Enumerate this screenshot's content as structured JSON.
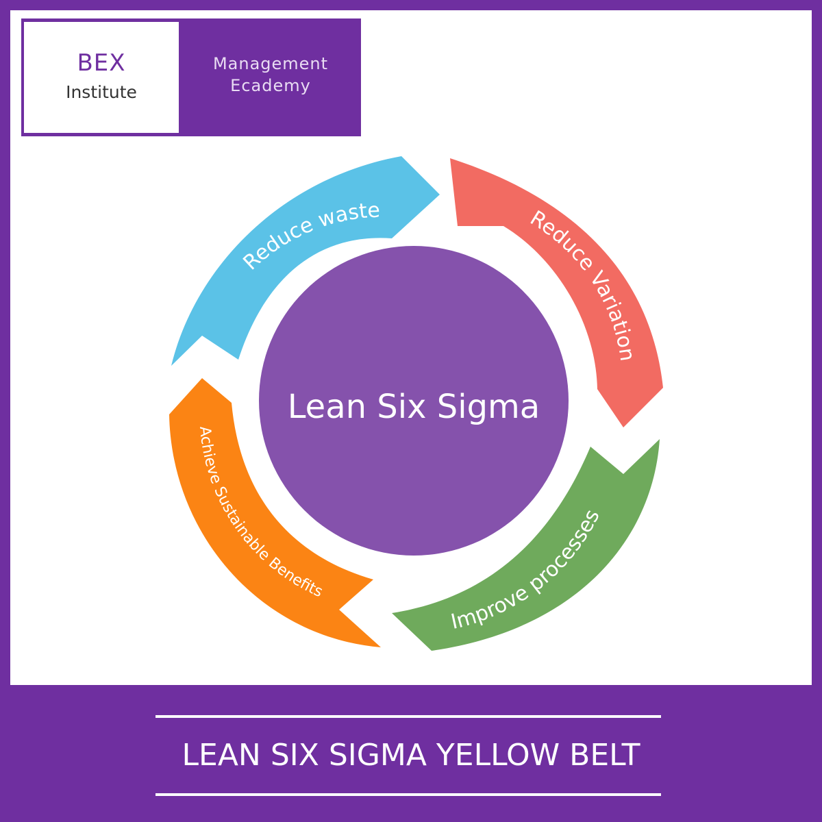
{
  "logo": {
    "name_line1": "BEX",
    "name_line2": "Institute",
    "tagline_line1": "Management",
    "tagline_line2": "Ecademy"
  },
  "diagram": {
    "center_label": "Lean Six Sigma",
    "steps": [
      {
        "label": "Reduce waste",
        "color": "#5bc2e7"
      },
      {
        "label": "Reduce Variation",
        "color": "#f26b62"
      },
      {
        "label": "Improve processes",
        "color": "#6faa5c"
      },
      {
        "label": "Achieve Sustainable Benefits",
        "color": "#fb8414"
      }
    ],
    "center_color": "#8552ac"
  },
  "footer": {
    "title": "LEAN SIX SIGMA YELLOW BELT"
  }
}
